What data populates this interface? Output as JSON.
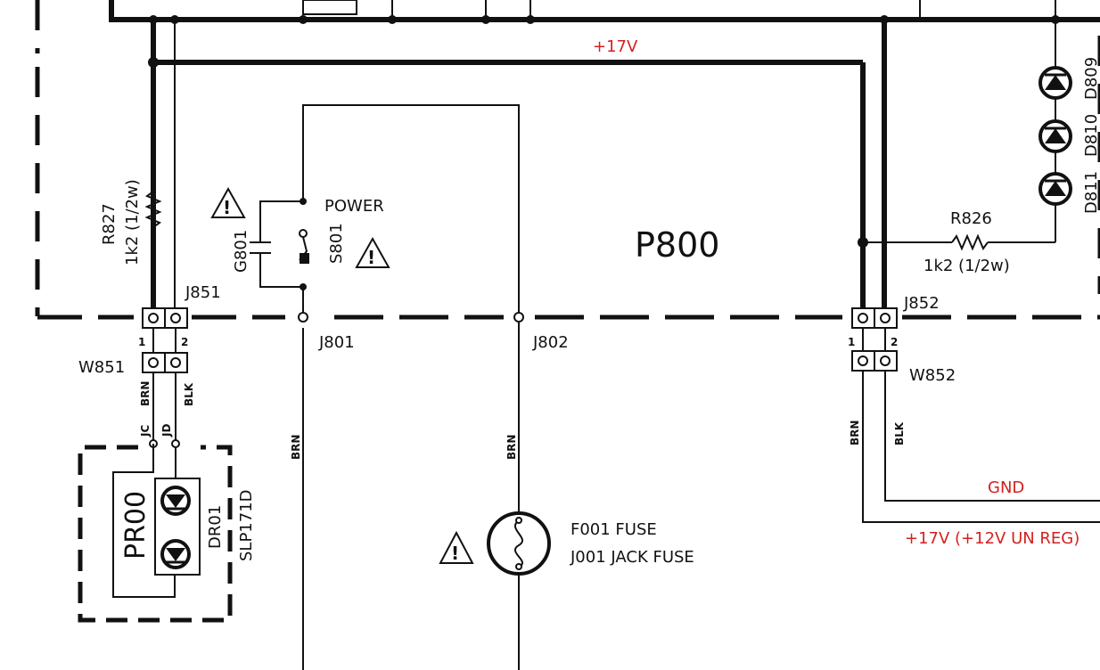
{
  "rail_label": "+17V",
  "board": "P800",
  "labels": {
    "r827_ref": "R827",
    "r827_val": "1k2 (1/2w)",
    "r826_ref": "R826",
    "r826_val": "1k2 (1/2w)",
    "power": "POWER",
    "g801": "G801",
    "s801": "S801",
    "j851": "J851",
    "j852": "J852",
    "j801": "J801",
    "j802": "J802",
    "w851": "W851",
    "w852": "W852",
    "pin1": "1",
    "pin2": "2",
    "brn": "BRN",
    "blk": "BLK",
    "jc": "JC",
    "jd": "JD",
    "pr00": "PR00",
    "dr01": "DR01",
    "slp": "SLP171D",
    "f001": "F001 FUSE",
    "j001": "J001 JACK FUSE",
    "d809": "D809",
    "d810": "D810",
    "d811": "D811",
    "gnd": "GND",
    "v17_unreg": "+17V (+12V UN REG)"
  },
  "colors": {
    "ink": "#111111",
    "net_label": "#d42020"
  },
  "icons": [
    "warning-icon",
    "led-icon",
    "fuse-icon",
    "resistor-icon",
    "capacitor-icon",
    "switch-icon"
  ]
}
